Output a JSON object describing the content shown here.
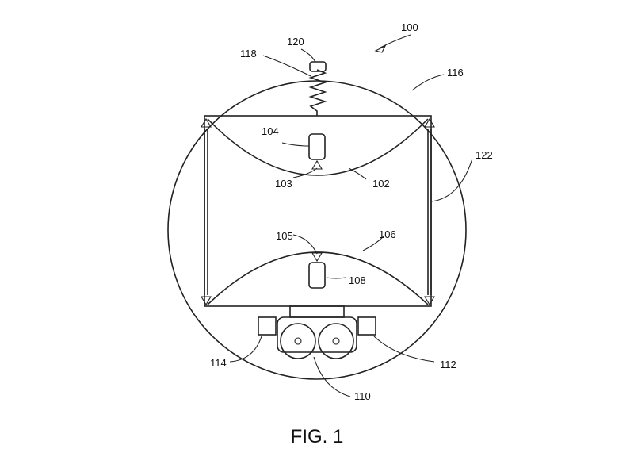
{
  "figure": {
    "caption": "FIG. 1",
    "labels": {
      "ref_100": "100",
      "ref_116": "116",
      "ref_118": "118",
      "ref_120": "120",
      "ref_104": "104",
      "ref_103": "103",
      "ref_102": "102",
      "ref_122": "122",
      "ref_105": "105",
      "ref_106": "106",
      "ref_108": "108",
      "ref_114": "114",
      "ref_112": "112",
      "ref_110": "110"
    }
  }
}
